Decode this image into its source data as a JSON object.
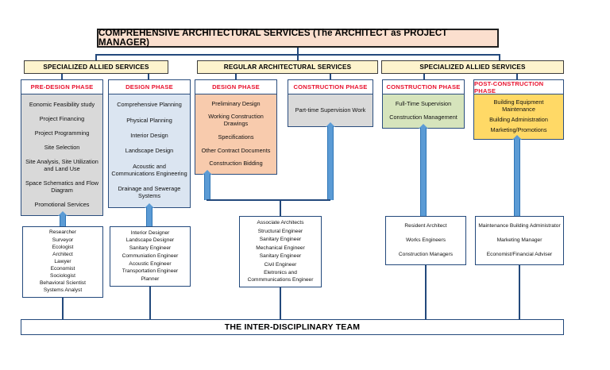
{
  "diagram": {
    "title": "COMPREHENSIVE ARCHITECTURAL SERVICES (The ARCHITECT as PROJECT MANAGER)",
    "footer": "THE INTER-DISCIPLINARY TEAM",
    "bands": [
      {
        "id": "band-left",
        "label": "SPECIALIZED ALLIED SERVICES"
      },
      {
        "id": "band-center",
        "label": "REGULAR ARCHITECTURAL SERVICES"
      },
      {
        "id": "band-right",
        "label": "SPECIALIZED ALLIED SERVICES"
      }
    ],
    "phases": [
      {
        "id": "pre-design-phase",
        "title": "PRE-DESIGN PHASE",
        "fill": "#d9d9d9",
        "items": [
          "Eonomic Feasibility study",
          "Project Financing",
          "Project Programming",
          "Site Selection",
          "Site Analysis, Site Utilization and Land Use",
          "Space Schematics and Flow Diagram",
          "Promotional Services"
        ]
      },
      {
        "id": "design-phase-allied",
        "title": "DESIGN PHASE",
        "fill": "#dbe5f1",
        "items": [
          "Comprehensive Planning",
          "Physical Planning",
          "Interior Design",
          "Landscape Design",
          "Acoustic and Communications Engineering",
          "Drainage and Sewerage Systems"
        ]
      },
      {
        "id": "design-phase-regular",
        "title": "DESIGN PHASE",
        "fill": "#f8cbad",
        "items": [
          "Preliminary Design",
          "Working Construction Drawings",
          "Specifications",
          "Other Contract Documents",
          "Construction Bidding"
        ]
      },
      {
        "id": "construction-phase-regular",
        "title": "CONSTRUCTION PHASE",
        "fill": "#d9d9d9",
        "items": [
          "Part-time Supervision Work"
        ]
      },
      {
        "id": "construction-phase-allied",
        "title": "CONSTRUCTION PHASE",
        "fill": "#d6e4bc",
        "items": [
          "Full-Time Supervision",
          "Construction Management"
        ]
      },
      {
        "id": "post-construction-phase",
        "title": "POST-CONSTRUCTION PHASE",
        "fill": "#ffd966",
        "items": [
          "Building Equipment Maintenance",
          "Building Administration",
          "Marketing/Promotions"
        ]
      }
    ],
    "teams": [
      {
        "id": "team-pre-design",
        "members": [
          "Researcher",
          "Surveyor",
          "Ecologist",
          "Architect",
          "Lawyer",
          "Economist",
          "Sociologist",
          "Behavioral Scientist",
          "Systems Analyst"
        ]
      },
      {
        "id": "team-design-allied",
        "members": [
          "Interior Designer",
          "Landscape Designer",
          "Sanitary Engineer",
          "Communiation Engineer",
          "Acoustic Engineer",
          "Transportation Engineer",
          "Planner"
        ]
      },
      {
        "id": "team-regular",
        "members": [
          "Associate Architects",
          "Structural Engineer",
          "Sanitary Engineer",
          "Mechanical Engineer",
          "Sanitary Engineer",
          "Civil Engineer",
          "Eletronics and Commmunications Engineer"
        ]
      },
      {
        "id": "team-construction-allied",
        "members": [
          "Resident Architect",
          "Works Engineers",
          "Construction Managers"
        ]
      },
      {
        "id": "team-post-construction",
        "members": [
          "Maintenance Building Administrator",
          "Marketing Manager",
          "Economist/Financial Adviser"
        ]
      }
    ],
    "colors": {
      "master_fill": "#fbdfce",
      "band_fill": "#fdf3cd",
      "title_text": "#e8112d",
      "border_blue": "#23497c",
      "arrow_blue": "#5b9bd5"
    }
  }
}
